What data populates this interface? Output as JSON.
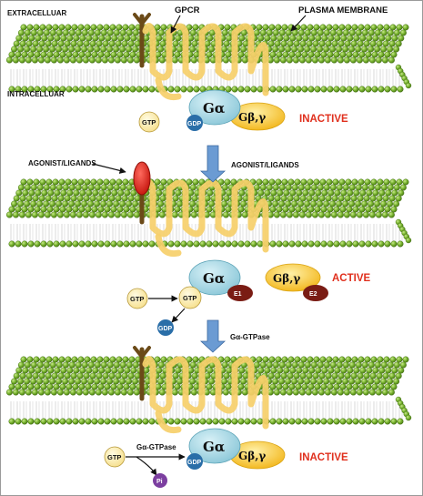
{
  "labels": {
    "extracellular": "EXTRACELLUAR",
    "intracellular": "INTRACELLUAR",
    "gpcr": "GPCR",
    "plasma_membrane": "PLASMA MEMBRANE",
    "agonist_left": "AGONIST/LIGANDS",
    "agonist_arrow": "AGONIST/LIGANDS",
    "gtpase_arrow": "Gα-GTPase",
    "gtpase_bottom": "Gα-GTPase"
  },
  "states": {
    "top": "INACTIVE",
    "middle": "ACTIVE",
    "bottom": "INACTIVE"
  },
  "molecules": {
    "g_alpha": "Gα",
    "g_beta_gamma": "Gβ,γ",
    "gdp": "GDP",
    "gtp": "GTP",
    "e1": "E1",
    "e2": "E2",
    "pi": "Pi"
  },
  "colors": {
    "membrane_head": "#7ab531",
    "g_alpha": "#9fd6e4",
    "g_beta_gamma": "#f7c52a",
    "gdp": "#2a6ea8",
    "gtp": "#fde9a0",
    "effector": "#7a1c14",
    "ligand": "#e0241b",
    "receptor": "#f7d480",
    "arrow": "#5b8fc9",
    "pi": "#7c3fa0",
    "state_text": "#e0301e"
  }
}
